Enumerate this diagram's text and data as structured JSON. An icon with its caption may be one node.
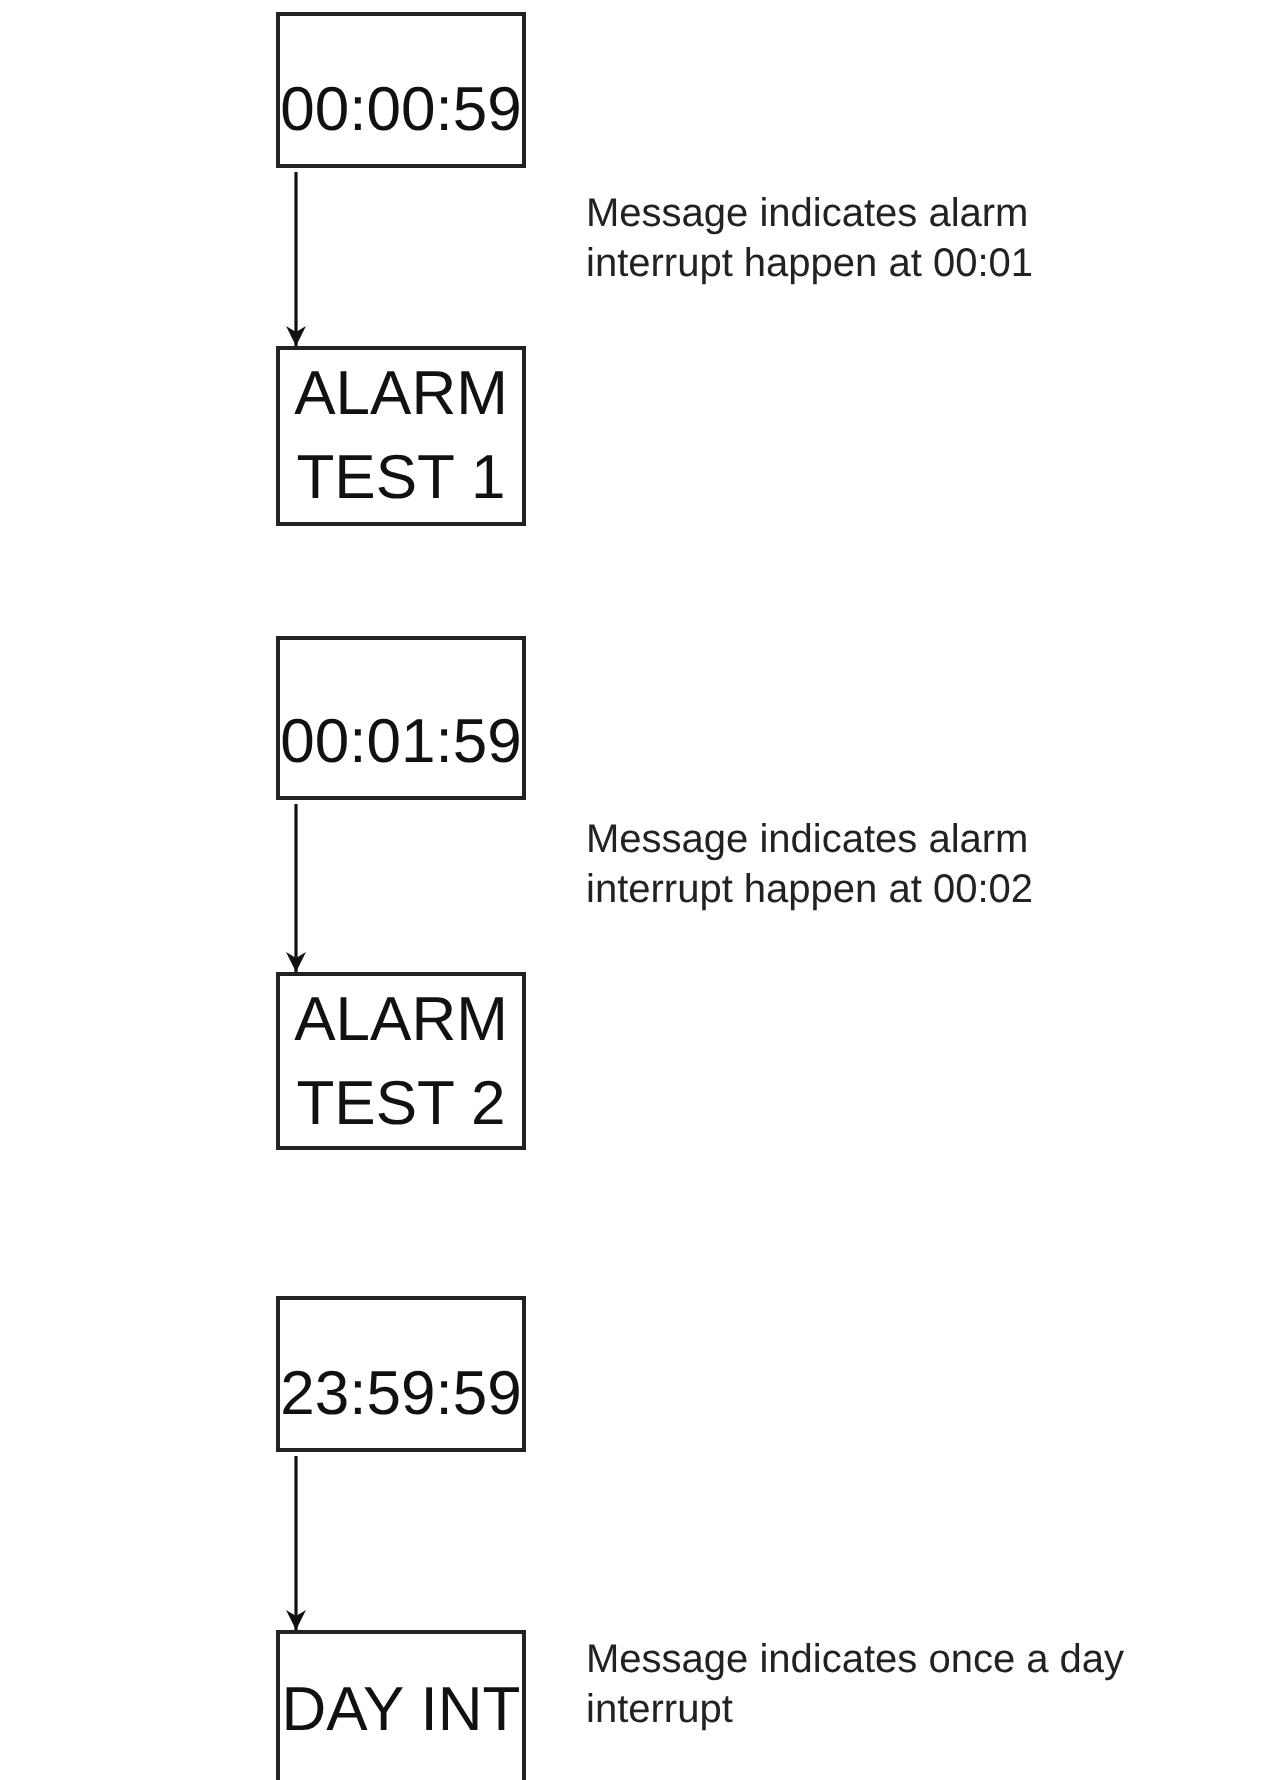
{
  "diagram": {
    "nodes": [
      {
        "text": [
          "00:00:59"
        ]
      },
      {
        "text": [
          "ALARM TEST 1"
        ],
        "beside": [
          "Message indicates alarm interrupt happen at 00:01"
        ]
      },
      {
        "text": [
          "00:01:59"
        ]
      },
      {
        "text": [
          "ALARM TEST 2"
        ],
        "beside": [
          "Message indicates alarm interrupt happen at 00:02"
        ]
      },
      {
        "text": [
          "23:59:59"
        ]
      },
      {
        "text": [
          "DAY INT"
        ],
        "beside": [
          "Message indicates once a day interrupt"
        ]
      }
    ],
    "edges": [
      {
        "from": 0,
        "to": 1,
        "arrow": "to"
      },
      {
        "from": 2,
        "to": 3,
        "arrow": "to"
      },
      {
        "from": 4,
        "to": 5,
        "arrow": "to"
      }
    ]
  }
}
